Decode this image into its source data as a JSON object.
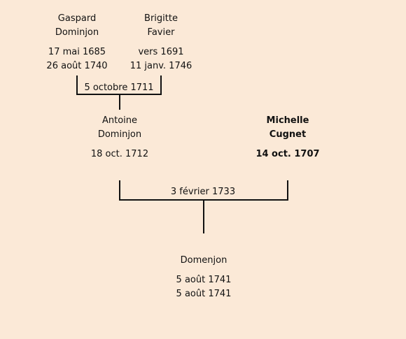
{
  "people": {
    "gaspard": {
      "first_name": "Gaspard",
      "last_name": "Dominjon",
      "birth": "17 mai 1685",
      "death": "26 août 1740"
    },
    "brigitte": {
      "first_name": "Brigitte",
      "last_name": "Favier",
      "birth": "vers 1691",
      "death": "11 janv. 1746"
    },
    "antoine": {
      "first_name": "Antoine",
      "last_name": "Dominjon",
      "birth": "18 oct. 1712"
    },
    "michelle": {
      "first_name": "Michelle",
      "last_name": "Cugnet",
      "birth": "14 oct. 1707"
    },
    "child": {
      "last_name": "Domenjon",
      "birth": "5 août 1741",
      "death": "5 août 1741"
    }
  },
  "marriages": {
    "gaspard_brigitte": "5 octobre 1711",
    "antoine_michelle": "3 février 1733"
  },
  "colors": {
    "background": "#fbe9d7",
    "lines": "#111111"
  }
}
